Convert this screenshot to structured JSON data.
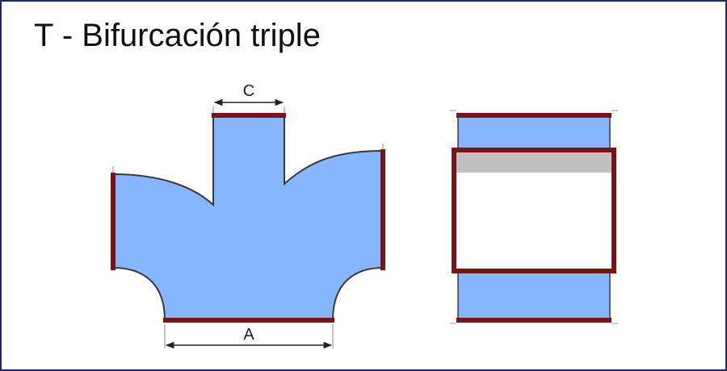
{
  "title": "T - Bifurcación triple",
  "labels": {
    "top_width": "C",
    "bottom_width": "A"
  },
  "colors": {
    "duct_fill": "#86b6fe",
    "flange": "#7a1414",
    "outline": "#3a3a3a",
    "band": "#c0c0c0",
    "frame_border": "#1a2a6c",
    "dimension_line": "#222222"
  }
}
